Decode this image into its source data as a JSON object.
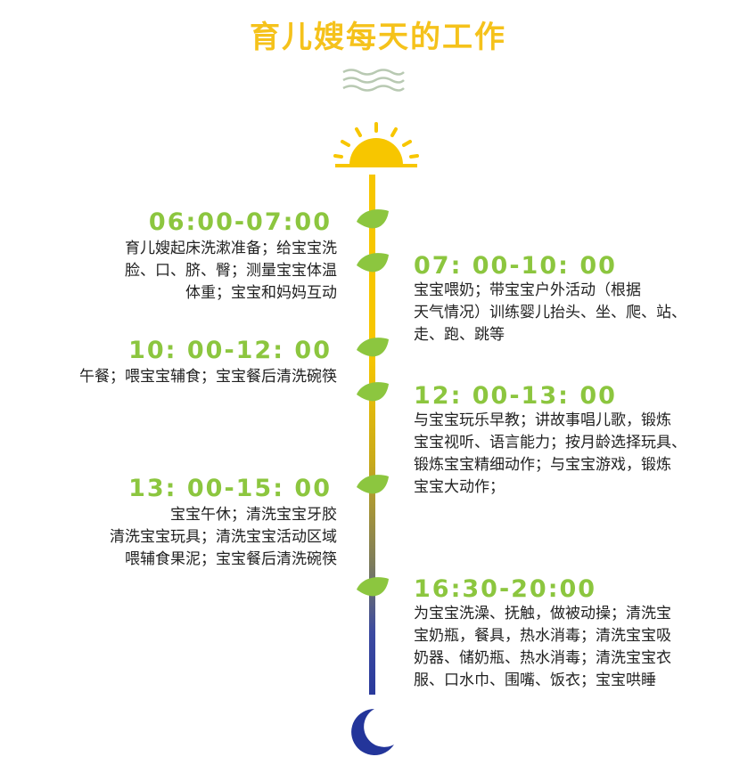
{
  "title": "育儿嫂每天的工作",
  "icons": {
    "header": "wave-lines-icon",
    "start": "sun-icon",
    "end": "moon-icon",
    "marker": "leaf-icon"
  },
  "colors": {
    "title": "#f5c21b",
    "time": "#8cc63f",
    "leaf": "#8cc63f",
    "axis_top": "#f7c600",
    "axis_bottom": "#2a3a9c",
    "moon": "#23359a"
  },
  "entries": [
    {
      "time": "06:00-07:00",
      "lines": [
        "育儿嫂起床洗漱准备；给宝宝洗",
        "脸、口、脐、臀；测量宝宝体温",
        "体重；宝宝和妈妈互动"
      ]
    },
    {
      "time": "07: 00-10: 00",
      "lines": [
        "宝宝喂奶；带宝宝户外活动（根据",
        "天气情况）训练婴儿抬头、坐、爬、站、",
        "走、跑、跳等"
      ]
    },
    {
      "time": "10: 00-12: 00",
      "lines": [
        "午餐；喂宝宝辅食；宝宝餐后清洗碗筷"
      ]
    },
    {
      "time": "12: 00-13: 00",
      "lines": [
        "与宝宝玩乐早教；讲故事唱儿歌，锻炼",
        "宝宝视听、语言能力；按月龄选择玩具、",
        "锻炼宝宝精细动作；与宝宝游戏，锻炼",
        "宝宝大动作；"
      ]
    },
    {
      "time": "13: 00-15: 00",
      "lines": [
        "宝宝午休；清洗宝宝牙胶",
        "清洗宝宝玩具；清洗宝宝活动区域",
        "喂辅食果泥；宝宝餐后清洗碗筷"
      ]
    },
    {
      "time": "16:30-20:00",
      "lines": [
        "为宝宝洗澡、抚触，做被动操；清洗宝",
        "宝奶瓶，餐具，热水消毒；清洗宝宝吸",
        "奶器、储奶瓶、热水消毒；清洗宝宝衣",
        "服、口水巾、围嘴、饭衣；宝宝哄睡"
      ]
    }
  ]
}
